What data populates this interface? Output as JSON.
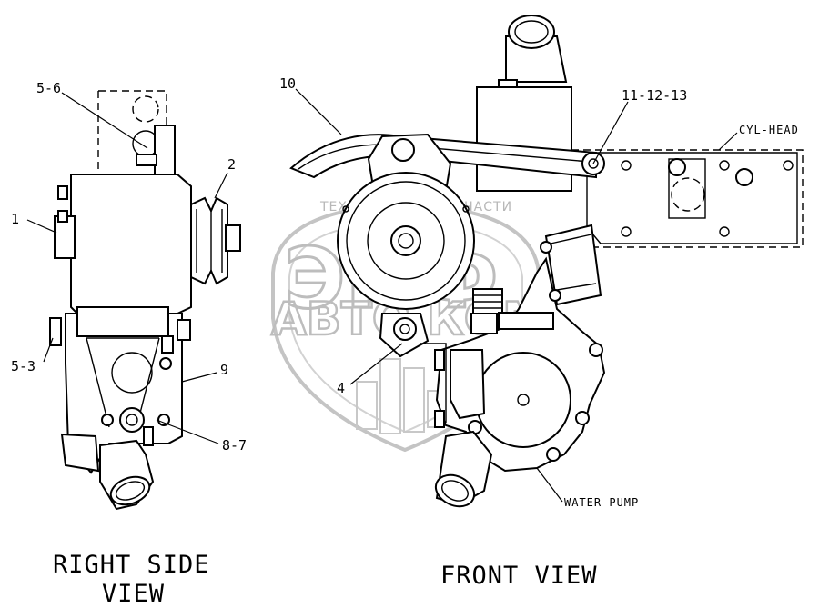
{
  "watermark": {
    "top_text": "ТЕХНИКА",
    "top_text_right": "ЗАПЧАСТИ",
    "big_text": "ЭПФ",
    "mid_text": "АВТО КОМ"
  },
  "callouts": {
    "c_5_6": "5-6",
    "c_2": "2",
    "c_1": "1",
    "c_5_3": "5-3",
    "c_9": "9",
    "c_8_7": "8-7",
    "c_10": "10",
    "c_11_12_13": "11-12-13",
    "c_4": "4"
  },
  "labels": {
    "cyl_head": "CYL-HEAD",
    "water_pump": "WATER PUMP"
  },
  "titles": {
    "right_side_line1": "RIGHT SIDE",
    "right_side_line2": "VIEW",
    "front_view": "FRONT VIEW"
  }
}
